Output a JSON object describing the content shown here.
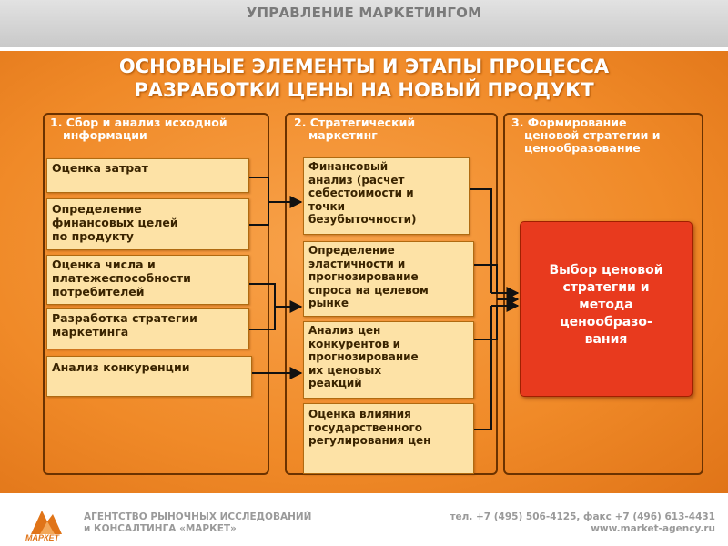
{
  "header": {
    "title": "УПРАВЛЕНИЕ МАРКЕТИНГОМ"
  },
  "main": {
    "title_line1": "ОСНОВНЫЕ ЭЛЕМЕНТЫ И ЭТАПЫ ПРОЦЕССА",
    "title_line2": "РАЗРАБОТКИ ЦЕНЫ НА НОВЫЙ ПРОДУКТ"
  },
  "columns": [
    {
      "line1": "1. Сбор и анализ исходной",
      "line2": "информации",
      "line3": ""
    },
    {
      "line1": "2. Стратегический",
      "line2": "маркетинг",
      "line3": ""
    },
    {
      "line1": "3. Формирование",
      "line2": "ценовой стратегии и",
      "line3": "ценообразование"
    }
  ],
  "inputs": [
    {
      "lines": [
        "Оценка затрат"
      ]
    },
    {
      "lines": [
        "Определение",
        "финансовых целей",
        "по продукту"
      ]
    },
    {
      "lines": [
        "Оценка числа и",
        "платежеспособности",
        "потребителей"
      ]
    },
    {
      "lines": [
        "Разработка стратегии",
        "маркетинга"
      ]
    },
    {
      "lines": [
        "Анализ конкуренции"
      ]
    }
  ],
  "analyses": [
    {
      "lines": [
        "Финансовый",
        "анализ (расчет",
        "себестоимости и",
        "точки",
        "безубыточности)"
      ]
    },
    {
      "lines": [
        "Определение",
        "эластичности и",
        "прогнозирование",
        "спроса  на целевом",
        "рынке"
      ]
    },
    {
      "lines": [
        "Анализ цен",
        "конкурентов и",
        "прогнозирование",
        "их  ценовых",
        "реакций"
      ]
    },
    {
      "lines": [
        "Оценка влияния",
        "государственного",
        "регулирования цен"
      ]
    }
  ],
  "result": {
    "lines": [
      "Выбор  ценовой",
      "стратегии и",
      "метода",
      "ценообразо-",
      "вания"
    ]
  },
  "footer": {
    "logo_text": "МАРКЕТ",
    "company_line1": "АГЕНТСТВО РЫНОЧНЫХ ИССЛЕДОВАНИЙ",
    "company_line2": "и КОНСАЛТИНГА «МАРКЕТ»",
    "phone": "тел. +7 (495) 506-4125, факс +7 (496) 613-4431",
    "website": "www.market-agency.ru"
  },
  "colors": {
    "orange": "#f08a28",
    "box_fill": "#fde2a6",
    "result_fill": "#e83a1e",
    "frame": "#6b3200"
  }
}
